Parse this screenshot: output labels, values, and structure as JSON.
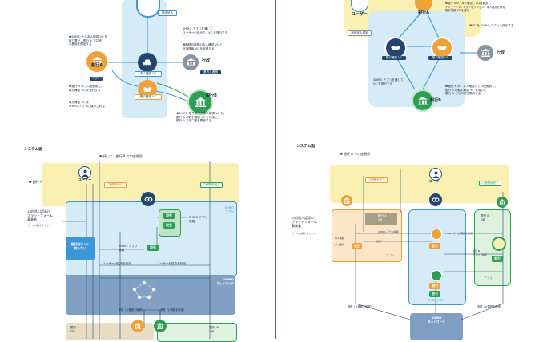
{
  "left_top": {
    "user_tag": "指定証人",
    "bank_a": "銀行A",
    "bank_b": "銀行B",
    "gyosei": "行政",
    "app_label": "アプリ",
    "note_1": "❶SHIRO から本人確認 VC を\n取り寄せ、銀行 A で口座\nの開設を開始する",
    "note_2": "SHIRO アプリを通して、\nユーザーの身元で、VC を発行する",
    "note_3": "❷職務名義等の本人確認 VC と\n信用情報 VC を取得する",
    "note_4": "❸銀行 A が、口座開設に、\n取引確認 VC を発行する",
    "note_5": "取引確認 VC を\nSHIRO アプリに保存される",
    "note_6": "❹SHIRO 取り引きの本人確認 VC を、\n銀行 B の取引確認 VC を利用し、\n銀行 B でも口座を開設する",
    "vc_honnin": "本人確認 VC",
    "vc_torihiki": "取引確認 VC",
    "right_tag": "業界と連携"
  },
  "right_top": {
    "user": "ユーザー",
    "bank_a": "銀行A",
    "bank_b": "銀行B",
    "gyosei": "行政",
    "tag1": "指定証人認証",
    "note_1": "❸銀行 A が、本人確認して口座開設し、\nイシュー・VC トランザクション、本人確認を利用\n取引確認 VC を発行",
    "note_2": "❹VC を SHIRO アプリに保存する",
    "note_3": "SHIRO アプリを通して、\nVC を発行する",
    "note_4": "❺銀行 B が、本人確認して口座開設し、\n銀行 A の取引確認 VC を用いた\n銀行 B でも口座を開設する",
    "vc_a": "取引確認 VC",
    "vc_b": "取引確認 VC"
  },
  "left_bottom": {
    "section": "システム図",
    "step1": "❶ 銀行 A で口座開設",
    "step2": "❷ 続いて、銀行 B で口座開設",
    "user": "ユーザー",
    "done_a": "口座開設完了",
    "done_b": "口座開設完了",
    "platform": "公的個人認証の\nプラットフォーム\n事業者",
    "platform_sub": "カード内容のチェック",
    "shiro_app": "SHIRO\nアプリ",
    "nothing": "銀行向け VC\n何もない",
    "shiro_net": "SHIRO\nネットワーク",
    "torihiki1": "取引",
    "torihiki2": "取引",
    "torihiki3": "取引",
    "arrow_a": "SHIRO アプリ\n情報",
    "arrow_b": "SHIRO アプリ\n情報",
    "arrow_c": "ユーザーが保持を利用",
    "arrow_d": "ユーザーが保持を利用",
    "ref_a": "参照（公開鍵を取得）",
    "ref_b": "参照（公開鍵を取得）",
    "bank_a": "銀行 A\nDB",
    "bank_b": "銀行 B\nDB"
  },
  "right_bottom": {
    "section": "システム図",
    "step1": "❶ 銀行 A で口座開設",
    "step2": "❷ 続いて、銀行 B で口座開設",
    "user": "ユーザー",
    "done_a": "口座開設完了",
    "done_b": "口座開設完了",
    "platform": "公的個人認証の\nプラットフォーム\n事業者",
    "platform_sub": "カード内容のチェック",
    "bank_a_db": "銀行 A\nDB",
    "bank_b_db": "銀行 B\nDB",
    "app_a": "アプリ",
    "app_b": "アプリ",
    "shiro_app": "SHIRO アプリ",
    "shiro_net": "SHIRO\nネットワーク",
    "vc1": "取引",
    "vc2": "取引",
    "vc3": "取引",
    "vc4": "取引",
    "vc5": "取引",
    "label_honnin": "本人確認",
    "label_vc": "VC 発行",
    "label_hyoji": "表示",
    "label_up": "SHIRO アプリ情報",
    "label_user": "ユーザーが保持を利用",
    "label_b": "銀行 B\nアプリで検証",
    "ref_a": "参照（公開鍵を取得）",
    "ref_b": "参照（公開鍵を取得）"
  },
  "colors": {
    "yellow": "#f9f0b1",
    "blue": "#3d96d6",
    "lightblue": "#cfe8f6",
    "green": "#2f9e55",
    "lightgreen": "#dff1df",
    "orange": "#f0a23a",
    "lightorange": "#fde6c8",
    "navy": "#24466e",
    "gray": "#8a949e"
  }
}
